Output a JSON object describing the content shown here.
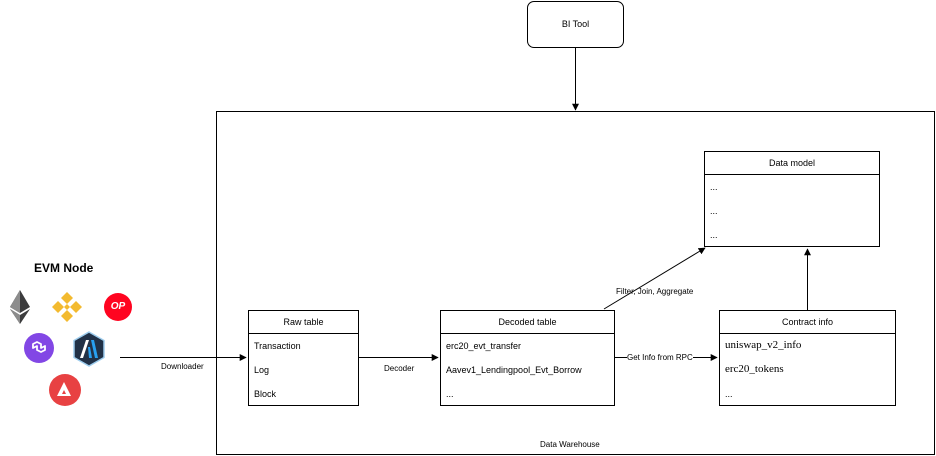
{
  "bi_tool": {
    "label": "BI Tool"
  },
  "warehouse": {
    "label": "Data Warehouse"
  },
  "evm_node": {
    "title": "EVM Node",
    "chains": [
      {
        "icon": "ethereum-icon",
        "color": "#3c3c3d"
      },
      {
        "icon": "bnb-icon",
        "color": "#f3ba2f"
      },
      {
        "icon": "optimism-icon",
        "color": "#ff0420",
        "text": "OP"
      },
      {
        "icon": "polygon-icon",
        "color": "#8247e5"
      },
      {
        "icon": "arbitrum-icon",
        "color": "#213147"
      },
      {
        "icon": "avalanche-icon",
        "color": "#e84142"
      }
    ]
  },
  "raw_table": {
    "title": "Raw table",
    "rows": [
      "Transaction",
      "Log",
      "Block"
    ]
  },
  "decoded_table": {
    "title": "Decoded table",
    "rows": [
      "erc20_evt_transfer",
      "Aavev1_Lendingpool_Evt_Borrow",
      "..."
    ]
  },
  "contract_info": {
    "title": "Contract info",
    "rows": [
      "uniswap_v2_info",
      "erc20_tokens",
      "..."
    ]
  },
  "data_model": {
    "title": "Data model",
    "rows": [
      "...",
      "...",
      "..."
    ]
  },
  "edges": {
    "downloader": "Downloader",
    "decoder": "Decoder",
    "get_info": "Get Info from RPC",
    "filter": "Filter, Join, Aggregate"
  }
}
